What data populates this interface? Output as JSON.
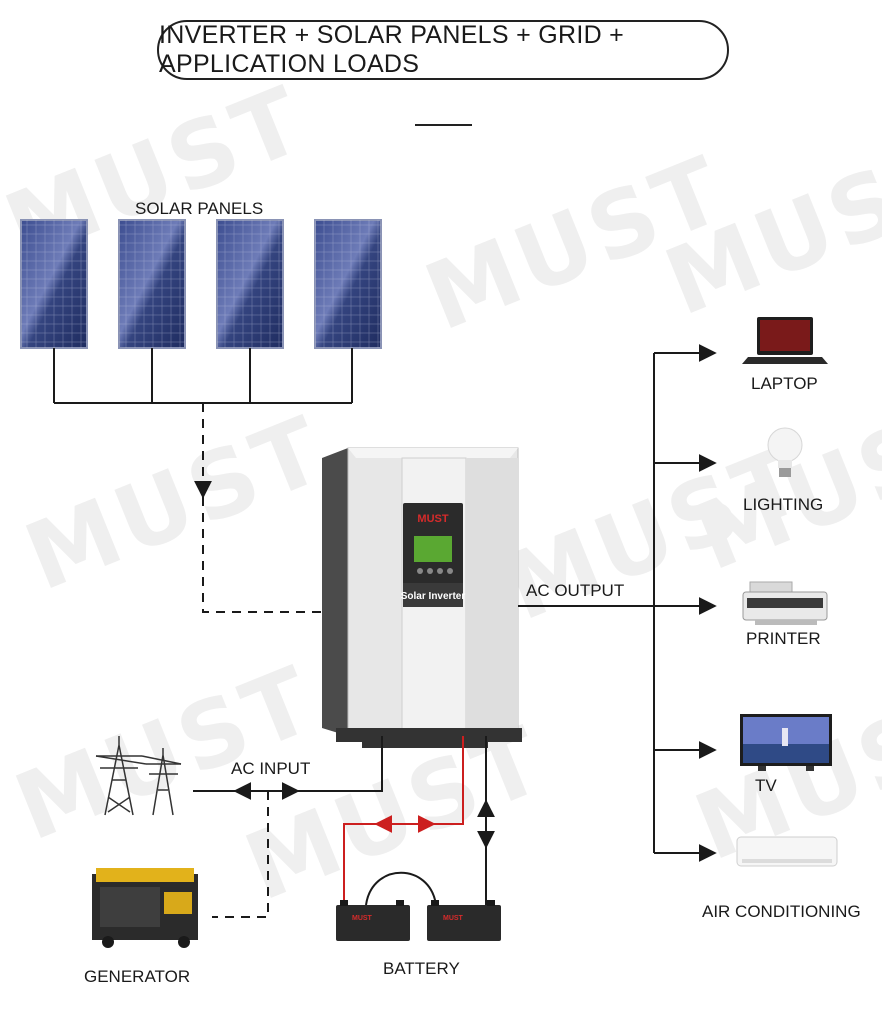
{
  "title": "INVERTER + SOLAR PANELS + GRID + APPLICATION LOADS",
  "watermark": "MUST",
  "colors": {
    "line": "#1a1a1a",
    "battery_positive": "#cc1f1f",
    "panel_blue": "#2d3d7a",
    "inverter_body": "#e6e6e6",
    "inverter_side": "#4a4a4a",
    "inverter_display": "#5aa832"
  },
  "inverter": {
    "brand": "MUST",
    "label": "Solar Inverter"
  },
  "labels": {
    "solar_panels": "SOLAR PANELS",
    "ac_output": "AC OUTPUT",
    "ac_input": "AC INPUT",
    "generator": "GENERATOR",
    "battery": "BATTERY"
  },
  "battery": {
    "brand": "MUST"
  },
  "loads": [
    {
      "name": "LAPTOP",
      "icon": "laptop-icon"
    },
    {
      "name": "LIGHTING",
      "icon": "light-bulb-icon"
    },
    {
      "name": "PRINTER",
      "icon": "printer-icon"
    },
    {
      "name": "TV",
      "icon": "tv-icon"
    },
    {
      "name": "AIR CONDITIONING",
      "icon": "air-conditioner-icon"
    }
  ],
  "sources": [
    {
      "name": "solar-panels",
      "icon": "solar-panel-icon",
      "count": 4
    },
    {
      "name": "grid",
      "icon": "transmission-tower-icon"
    },
    {
      "name": "generator",
      "icon": "generator-icon"
    }
  ]
}
